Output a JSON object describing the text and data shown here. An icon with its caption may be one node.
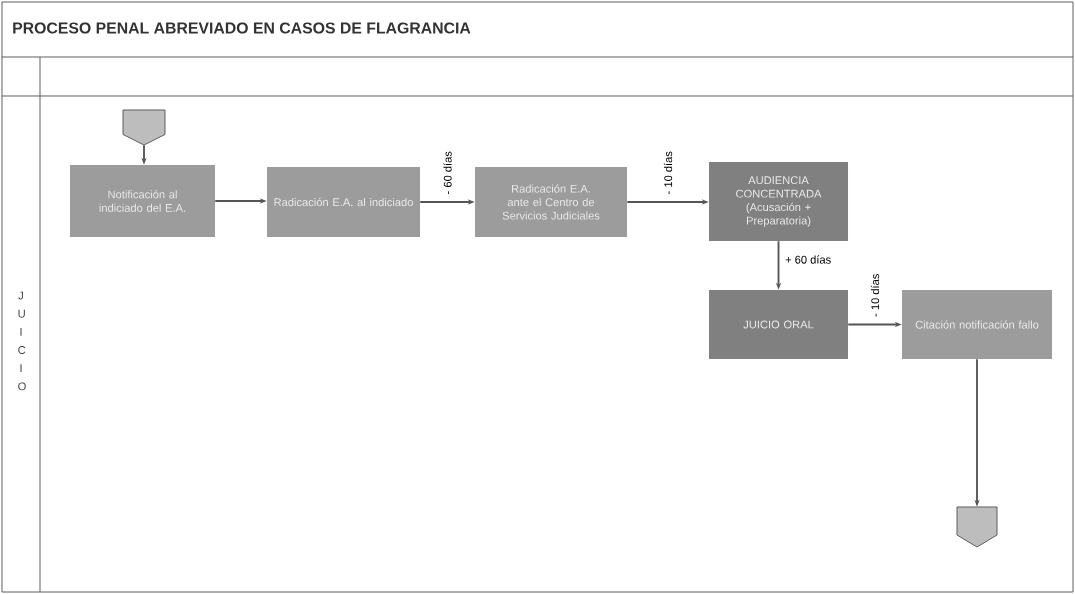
{
  "diagram": {
    "title": "PROCESO PENAL ABREVIADO EN CASOS DE FLAGRANCIA",
    "nodes": [
      {
        "text": [],
        "shape": "pentagon"
      },
      {
        "text": [
          "Notificación al indiciado del E.A."
        ]
      },
      {
        "text": [
          "Radicación E.A. al indiciado"
        ]
      },
      {
        "text": [
          "Radicación E.A. ante el Centro de Servicios Judiciales"
        ]
      },
      {
        "text": [
          "AUDIENCIA CONCENTRADA (Acusación + Preparatoria)"
        ]
      },
      {
        "text": [
          "JUICIO ORAL"
        ]
      },
      {
        "text": [
          "Citación notificación fallo"
        ]
      },
      {
        "text": [],
        "shape": "pentagon"
      }
    ],
    "edges": [
      {
        "from": 0,
        "to": 1,
        "arrow": "to"
      },
      {
        "from": 1,
        "to": 2,
        "arrow": "to"
      },
      {
        "from": 2,
        "to": 3,
        "arrow": "to",
        "label": "- 60 días"
      },
      {
        "from": 3,
        "to": 4,
        "arrow": "to",
        "label": "- 10 días"
      },
      {
        "from": 4,
        "to": 5,
        "arrow": "to",
        "label": "+ 60 días"
      },
      {
        "from": 5,
        "to": 6,
        "arrow": "to",
        "label": "- 10 días"
      },
      {
        "from": 6,
        "to": 7,
        "arrow": "to"
      }
    ],
    "labels": [
      "J U I C I O"
    ]
  }
}
